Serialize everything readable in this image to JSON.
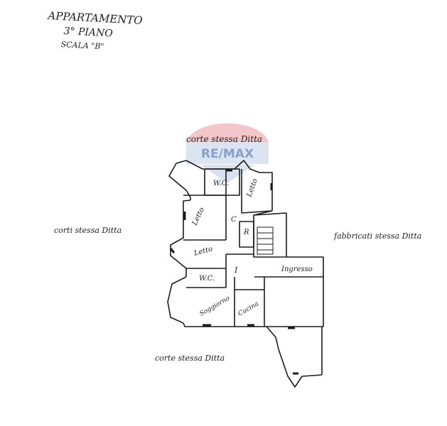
{
  "header": {
    "line1": "APPARTAMENTO",
    "line2": "3° PIANO",
    "line3": "SCALA \"B\""
  },
  "labels": {
    "top": "corte stessa Ditta",
    "left": "corti stessa Ditta",
    "right": "fabbricati stessa Ditta",
    "bottom": "corte stessa Ditta"
  },
  "rooms": {
    "wc_top": "W.C.",
    "letto_right": "Letto",
    "letto_left_upper": "Letto",
    "letto_left_lower": "Letto",
    "corridor_c": "C",
    "room_r": "R",
    "ingresso": "Ingresso",
    "corridor_i": "I",
    "wc_bottom": "W.C.",
    "soggiorno": "Soggiorno",
    "cucina": "Cucina"
  },
  "watermark": {
    "brand": "RE/MAX",
    "colors": {
      "red": "#d9333f",
      "blue": "#1f4fa3"
    }
  },
  "colors": {
    "ink": "#1b1b1b",
    "paper": "#ffffff"
  }
}
